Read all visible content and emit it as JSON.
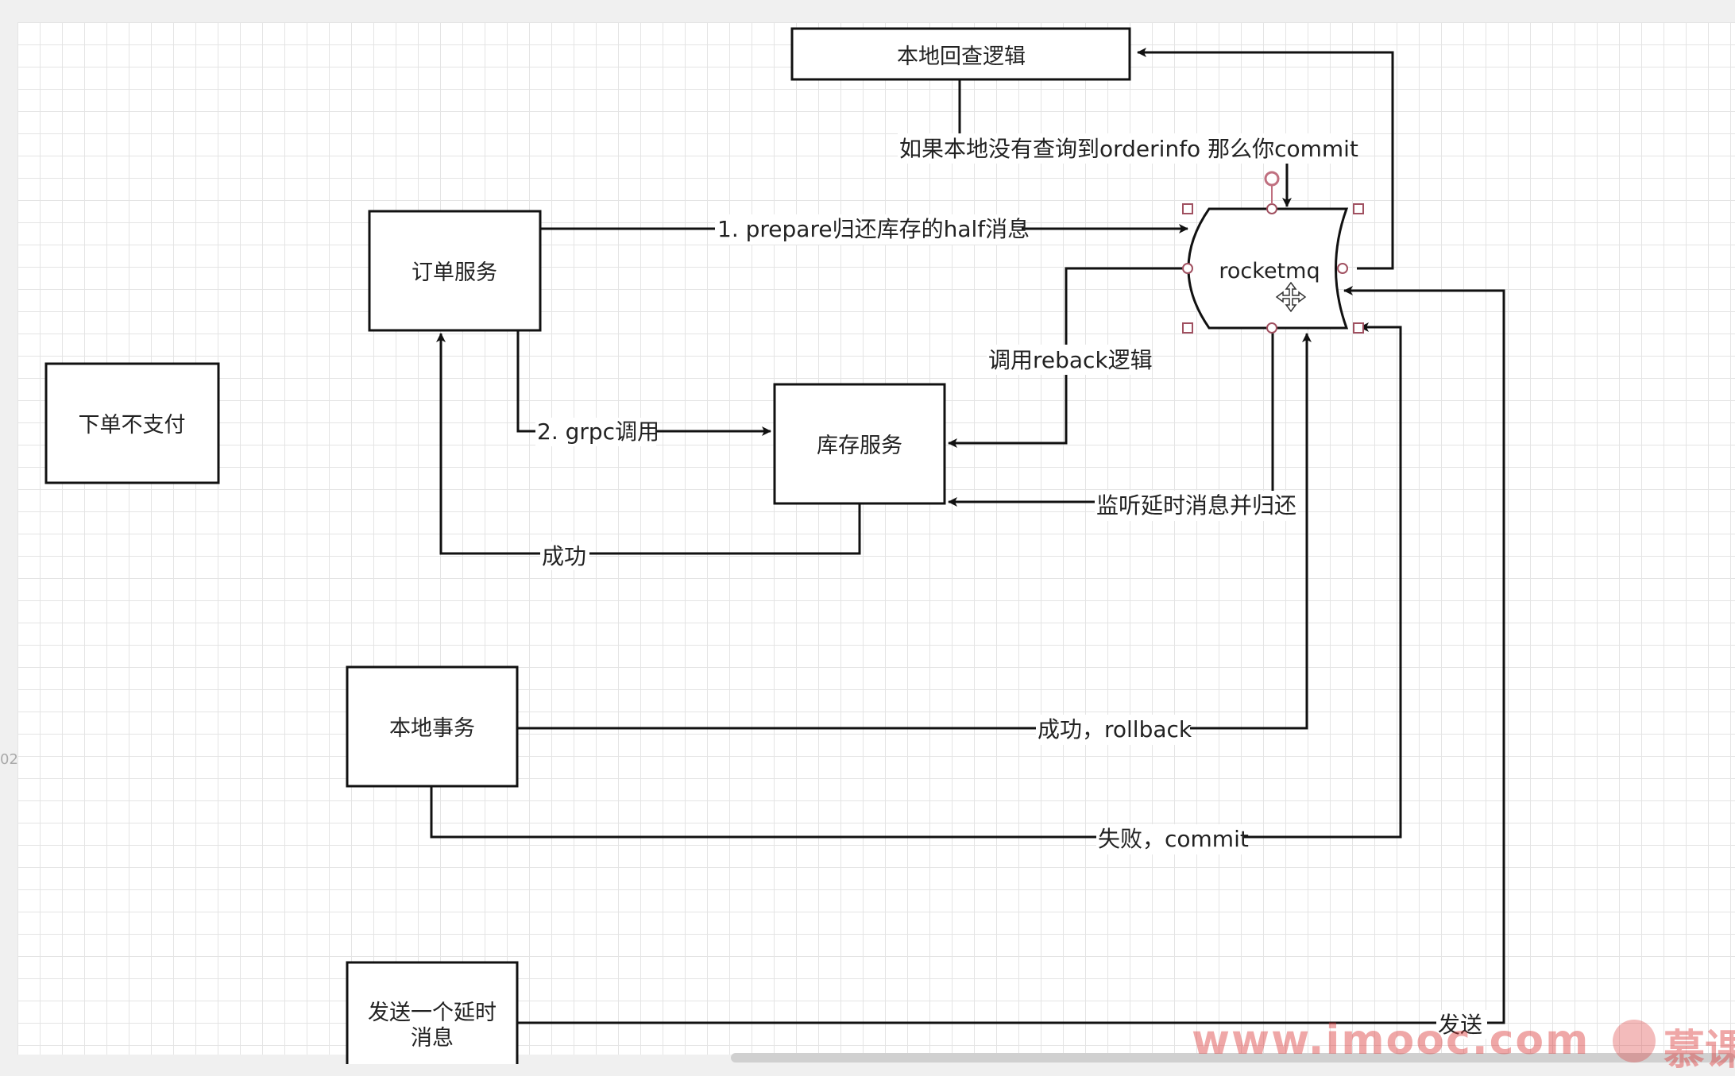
{
  "nodes": {
    "local_check": "本地回查逻辑",
    "order_service": "订单服务",
    "rocketmq": "rocketmq",
    "inventory_service": "库存服务",
    "no_pay": "下单不支付",
    "local_tx": "本地事务",
    "send_delay_line1": "发送一个延时",
    "send_delay_line2": "消息"
  },
  "edges": {
    "if_no_orderinfo_commit": "如果本地没有查询到orderinfo 那么你commit",
    "prepare_half": "1. prepare归还库存的half消息",
    "call_reback": "调用reback逻辑",
    "grpc_call": "2. grpc调用",
    "listen_delay": "监听延时消息并归还",
    "success": "成功",
    "success_rollback": "成功，rollback",
    "fail_commit": "失败，commit",
    "send": "发送"
  },
  "ruler_label": "02",
  "watermark": {
    "url": "www.imooc.com",
    "brand": "慕课"
  }
}
